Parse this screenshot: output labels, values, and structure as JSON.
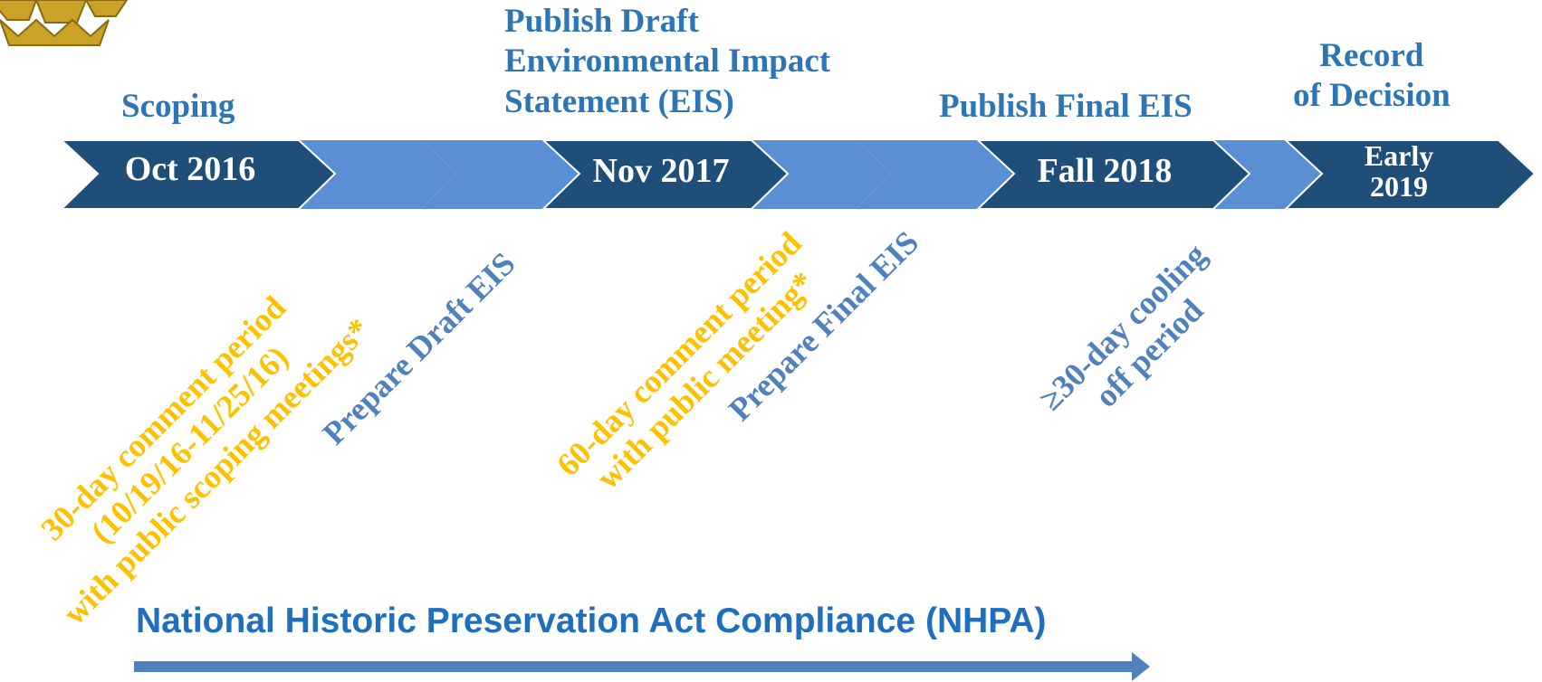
{
  "colors": {
    "dark_chevron": "#1f4e79",
    "light_chevron": "#5b8fd4",
    "title_blue": "#2e75b6",
    "comment_orange": "#ffc000",
    "prepare_blue": "#4f81bd",
    "nhpa_blue": "#1f6fbd",
    "nhpa_arrow": "#4f81bd",
    "logo_gold": "#c9a227"
  },
  "milestones": [
    {
      "title": "Scoping",
      "date": "Oct 2016"
    },
    {
      "title": "Publish Draft\nEnvironmental Impact\nStatement (EIS)",
      "date": "Nov 2017"
    },
    {
      "title": "Publish Final EIS",
      "date": "Fall 2018"
    },
    {
      "title": "Record\nof Decision",
      "date": "Early\n2019"
    }
  ],
  "periods": [
    {
      "text": "30-day comment period\n(10/19/16-11/25/16)\nwith public scoping meetings*",
      "kind": "comment"
    },
    {
      "text": "Prepare Draft EIS",
      "kind": "prepare"
    },
    {
      "text": "60-day comment period\nwith public meeting*",
      "kind": "comment"
    },
    {
      "text": "Prepare Final EIS",
      "kind": "prepare"
    },
    {
      "text": "≥30-day cooling\noff period",
      "kind": "prepare"
    }
  ],
  "nhpa": {
    "label": "National Historic Preservation Act Compliance (NHPA)"
  },
  "logo": {
    "icon": "agency-seal-icon"
  }
}
